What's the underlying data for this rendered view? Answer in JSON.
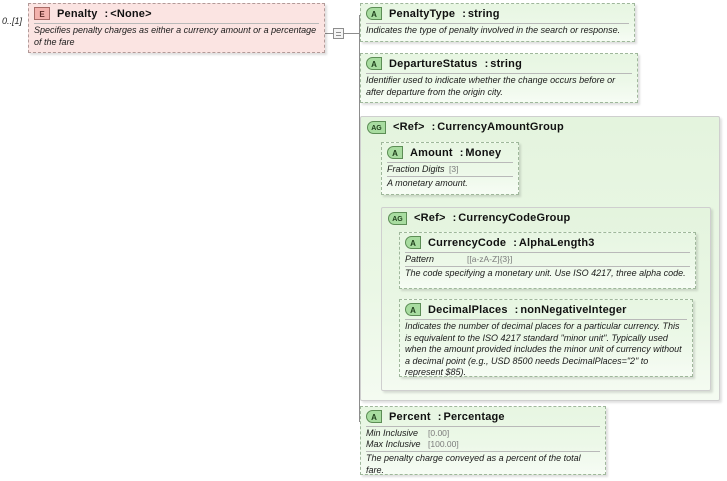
{
  "diagram": {
    "kind": "xsd-schema-diagram",
    "colors": {
      "element_fill": "#fbe4e2",
      "attribute_fill": "#e7f6e2",
      "group_fill": "#e4f4de",
      "element_badge": "#f3b2ad",
      "attribute_badge": "#a8dca0",
      "connector": "#8d8d8d"
    }
  },
  "root": {
    "cardinality": "0..[1]",
    "badge": "E",
    "name": "Penalty",
    "separator": ":",
    "type": "<None>",
    "documentation": "Specifies penalty charges as either a currency amount or a percentage of the fare"
  },
  "connector": {
    "type": "attribute-connector",
    "icon": "equals-box-icon"
  },
  "attributes": [
    {
      "badge": "A",
      "name": "PenaltyType",
      "separator": ":",
      "type": "string",
      "facets": [],
      "documentation": "Indicates the type of penalty involved in the search or response."
    },
    {
      "badge": "A",
      "name": "DepartureStatus",
      "separator": ":",
      "type": "string",
      "facets": [],
      "documentation": "Identifier used to indicate whether the change occurs before or after departure from the origin city."
    }
  ],
  "currency_amount_group": {
    "badge": "AG",
    "name": "<Ref>",
    "separator": ":",
    "type": "CurrencyAmountGroup",
    "amount": {
      "badge": "A",
      "name": "Amount",
      "separator": ":",
      "type": "Money",
      "facets": [
        {
          "label": "Fraction Digits",
          "value": "[3]"
        }
      ],
      "documentation": "A monetary amount."
    },
    "currency_code_group": {
      "badge": "AG",
      "name": "<Ref>",
      "separator": ":",
      "type": "CurrencyCodeGroup",
      "currency_code": {
        "badge": "A",
        "name": "CurrencyCode",
        "separator": ":",
        "type": "AlphaLength3",
        "facets": [
          {
            "label": "Pattern",
            "value": "[[a-zA-Z]{3}]"
          }
        ],
        "documentation": "The code specifying a monetary unit. Use ISO 4217, three alpha code."
      },
      "decimal_places": {
        "badge": "A",
        "name": "DecimalPlaces",
        "separator": ":",
        "type": "nonNegativeInteger",
        "facets": [],
        "documentation": "Indicates the number of decimal places for a particular currency. This is equivalent to the ISO 4217 standard \"minor unit\". Typically used when the amount provided includes the minor unit of currency without a decimal point (e.g., USD 8500 needs DecimalPlaces=\"2\" to represent $85)."
      }
    }
  },
  "percent": {
    "badge": "A",
    "name": "Percent",
    "separator": ":",
    "type": "Percentage",
    "facets": [
      {
        "label": "Min Inclusive",
        "value": "[0.00]"
      },
      {
        "label": "Max Inclusive",
        "value": "[100.00]"
      }
    ],
    "documentation": "The penalty charge conveyed as a percent of the total fare."
  }
}
